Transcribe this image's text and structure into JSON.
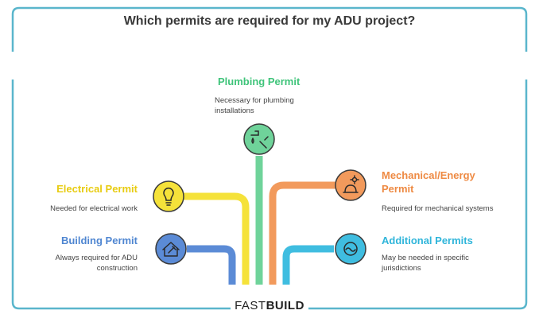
{
  "title": "Which permits are required for my ADU project?",
  "permits": {
    "plumbing": {
      "title": "Plumbing Permit",
      "desc1": "Necessary for plumbing",
      "desc2": "installations",
      "color": "#6fd39a",
      "icon": "faucet-wrench-icon"
    },
    "electrical": {
      "title": "Electrical Permit",
      "desc1": "Needed for electrical work",
      "color": "#f5e23a",
      "icon": "lightbulb-icon"
    },
    "building": {
      "title": "Building Permit",
      "desc1": "Always required for ADU",
      "desc2": "construction",
      "color": "#5b8bd6",
      "icon": "house-hammer-icon"
    },
    "mechanical": {
      "title1": "Mechanical/Energy",
      "title2": "Permit",
      "desc1": "Required for mechanical systems",
      "color": "#f29a5c",
      "icon": "hardhat-gear-icon"
    },
    "additional": {
      "title": "Additional Permits",
      "desc1": "May be needed in specific",
      "desc2": "jurisdictions",
      "color": "#3fbde0",
      "icon": "headset-icon"
    }
  },
  "brand": {
    "part1": "FAST",
    "part2": "BUILD"
  },
  "colors": {
    "frame": "#5ab6cc",
    "title_plumbing": "#3fc47a",
    "title_electrical": "#e8cc12",
    "title_building": "#4f86d1",
    "title_mechanical": "#ee8a43",
    "title_additional": "#2fb5da"
  }
}
